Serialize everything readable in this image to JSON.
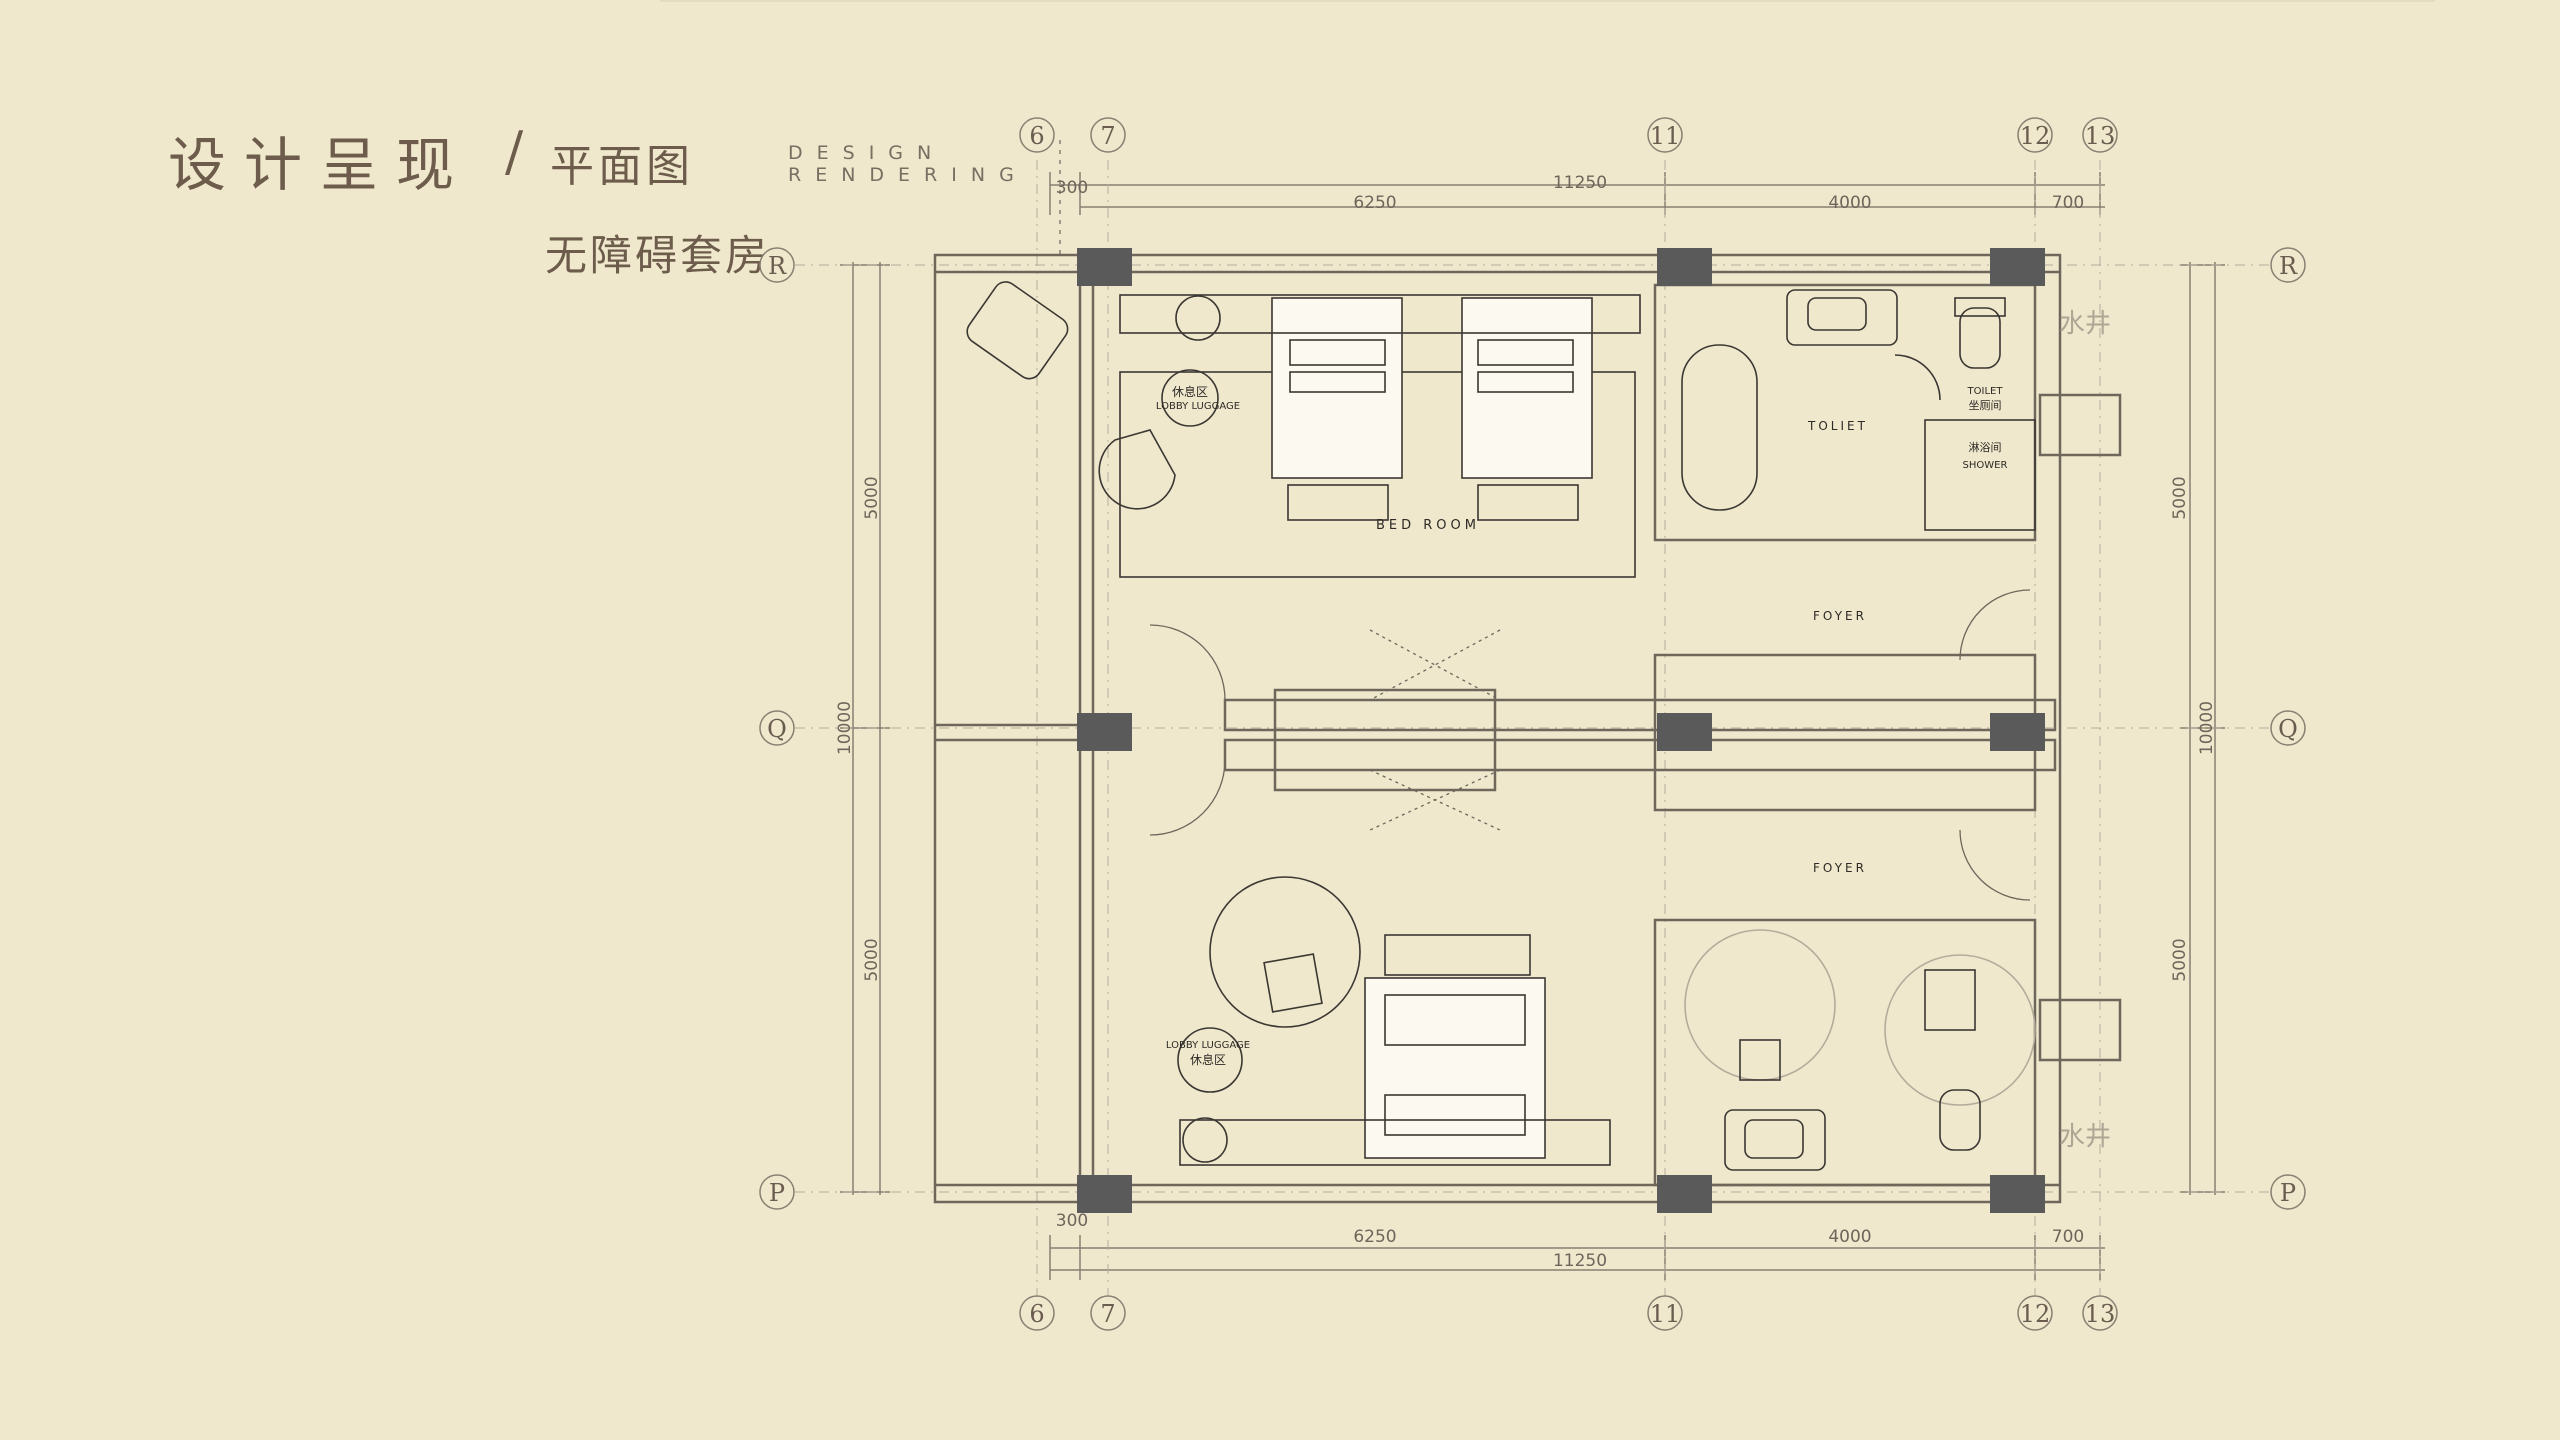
{
  "header": {
    "title_zh": "设计呈现",
    "slash": "/",
    "subtitle_zh": "平面图",
    "title_en_line1": "DESIGN",
    "title_en_line2": "RENDERING",
    "suite_name": "无障碍套房"
  },
  "axes": {
    "top": [
      "6",
      "7",
      "11",
      "12",
      "13"
    ],
    "bottom": [
      "6",
      "7",
      "11",
      "12",
      "13"
    ],
    "left": [
      "R",
      "Q",
      "P"
    ],
    "right": [
      "R",
      "Q",
      "P"
    ]
  },
  "dimensions": {
    "top_small": "300",
    "top_total": "11250",
    "top_a": "6250",
    "top_b": "4000",
    "top_c": "700",
    "bottom_small": "300",
    "bottom_a": "6250",
    "bottom_b": "4000",
    "bottom_c": "700",
    "bottom_total": "11250",
    "left_upper": "5000",
    "left_total": "10000",
    "left_lower": "5000",
    "right_upper": "5000",
    "right_total": "10000",
    "right_lower": "5000"
  },
  "rooms": {
    "lobby_top_zh": "休息区",
    "lobby_top_en": "LOBBY LUGGAGE",
    "bedroom": "BED ROOM",
    "toilet_room": "TOLIET",
    "toilet_en": "TOILET",
    "toilet_zh": "坐厕间",
    "shower_zh": "淋浴间",
    "shower_en": "SHOWER",
    "water_top": "水井",
    "foyer_top": "FOYER",
    "foyer_bottom": "FOYER",
    "lobby_bottom_en": "LOBBY LUGGAGE",
    "lobby_bottom_zh": "休息区",
    "water_bottom": "水井"
  }
}
